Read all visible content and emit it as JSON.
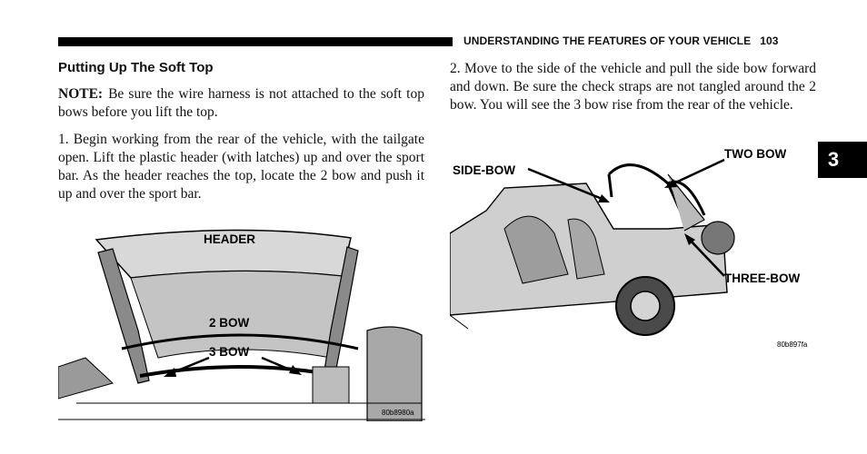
{
  "running_header": {
    "title": "UNDERSTANDING THE FEATURES OF YOUR VEHICLE",
    "page_number": "103"
  },
  "chapter_tab": "3",
  "left_column": {
    "heading": "Putting Up The Soft Top",
    "note_label": "NOTE:",
    "note_text": "Be sure the wire harness is not attached to the soft top bows before you lift the top.",
    "step_1": "1. Begin working from the rear of the vehicle, with the tailgate open. Lift the plastic header (with latches) up and over the sport bar. As the header reaches the top, locate the 2 bow and push it up and over the sport bar."
  },
  "right_column": {
    "step_2": "2. Move to the side of the vehicle and pull the side bow forward and down. Be sure the check straps are not tangled around the 2 bow. You will see the 3 bow rise from the rear of the vehicle."
  },
  "figure_left": {
    "labels": {
      "header": "HEADER",
      "two_bow": "2 BOW",
      "three_bow": "3 BOW"
    },
    "code": "80b8980a"
  },
  "figure_right": {
    "labels": {
      "side_bow": "SIDE-BOW",
      "two_bow": "TWO BOW",
      "three_bow": "THREE-BOW"
    },
    "code": "80b897fa"
  }
}
